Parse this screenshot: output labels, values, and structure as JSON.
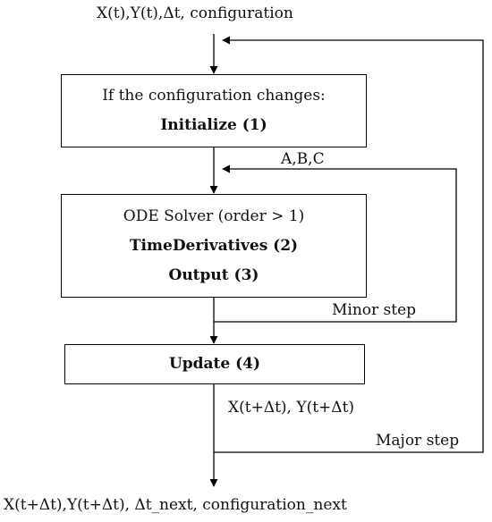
{
  "input_label": "X(t),Y(t),Δt, configuration",
  "output_label": "X(t+Δt),Y(t+Δt), Δt_next, configuration_next",
  "init_box": {
    "condition": "If the configuration changes:",
    "step": "Initialize (1)"
  },
  "solver_box": {
    "title": "ODE Solver (order > 1)",
    "derivatives": "TimeDerivatives (2)",
    "output": "Output (3)"
  },
  "update_box": {
    "step": "Update (4)"
  },
  "abc_label": "A,B,C",
  "minor_step_label": "Minor step",
  "state_label": "X(t+Δt), Y(t+Δt)",
  "major_step_label": "Major step",
  "colors": {
    "line": "#000000",
    "background": "#ffffff"
  }
}
